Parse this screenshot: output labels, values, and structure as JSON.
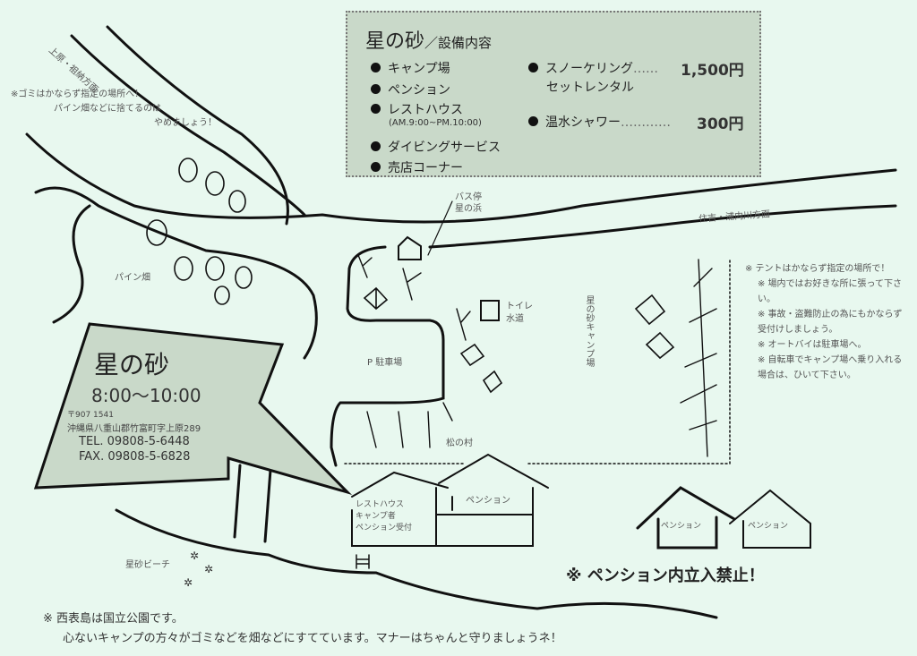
{
  "facilities": {
    "title": "星の砂",
    "subtitle": "／設備内容",
    "items": [
      "キャンプ場",
      "ペンション",
      "レストハウス",
      "ダイビングサービス",
      "売店コーナー"
    ],
    "resthouse_hours": "(AM.9:00~PM.10:00)",
    "paid": [
      {
        "name": "スノーケリング",
        "name2": "セットレンタル",
        "dots": "……",
        "price": "1,500円"
      },
      {
        "name": "温水シャワー",
        "dots": "…………",
        "price": "300円"
      }
    ]
  },
  "map_labels": {
    "road_north": "上原・祖納方面",
    "road_east": "住吉・浦内川方面",
    "pineapple_field": "パイン畑",
    "bus_stop": "バス停",
    "bus_stop_name": "星の浜",
    "toilet": "トイレ",
    "water": "水道",
    "parking": "P 駐車場",
    "village": "松の村",
    "campsite": "星の砂キャンプ場",
    "beach": "星砂ビーチ",
    "resthouse": [
      "レストハウス",
      "キャンプ者",
      "ペンション受付"
    ],
    "pension": "ペンション"
  },
  "garbage_note": [
    "※ゴミはかならず指定の場所へ！",
    "パイン畑などに捨てるのは",
    "やめましょう！"
  ],
  "tent_notes": [
    "※ テントはかならず指定の場所で！",
    "※ 場内ではお好きな所に張って下さい。",
    "※ 事故・盗難防止の為にもかならず受付けしましょう。",
    "※ オートバイは駐車場へ。",
    "※ 自転車でキャンプ場へ乗り入れる場合は、ひいて下さい。"
  ],
  "callout": {
    "name": "星の砂",
    "hours": "8:00～10:00",
    "postal": "〒907 1541",
    "address": "沖縄県八重山郡竹富町字上原289",
    "tel": "TEL. 09808-5-6448",
    "fax": "FAX. 09808-5-6828"
  },
  "warning": "※ ペンション内立入禁止！",
  "footer": [
    "※ 西表島は国立公園です。",
    "心ないキャンプの方々がゴミなどを畑などにすてています。マナーはちゃんと守りましょうネ！"
  ],
  "colors": {
    "background": "#e8f8ef",
    "box_fill": "#c9d9c9",
    "ink": "#111111"
  }
}
